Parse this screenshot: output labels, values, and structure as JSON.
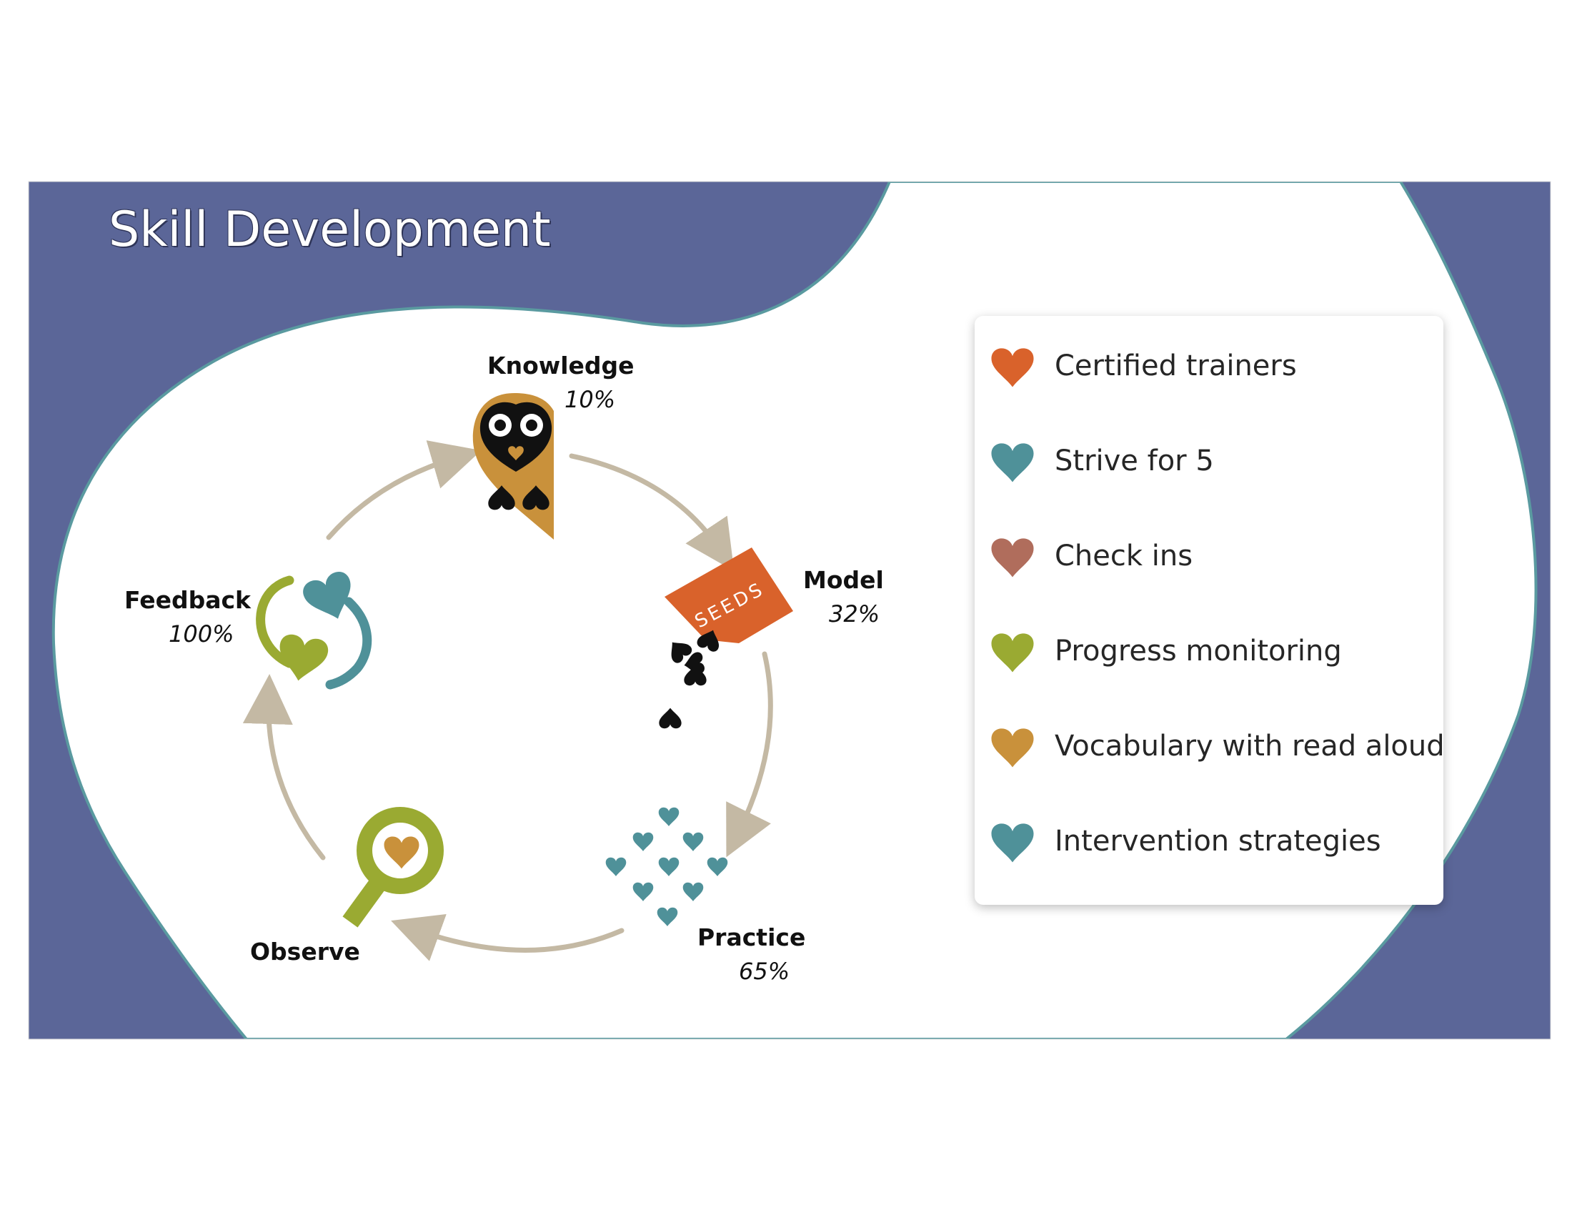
{
  "title": "Skill Development",
  "stages": [
    {
      "label": "Knowledge",
      "percent": "10%"
    },
    {
      "label": "Model",
      "percent": "32%"
    },
    {
      "label": "Practice",
      "percent": "65%"
    },
    {
      "label": "Observe",
      "percent": ""
    },
    {
      "label": "Feedback",
      "percent": "100%"
    }
  ],
  "seed_packet_text": "SEEDS",
  "legend": [
    {
      "label": "Certified trainers",
      "color": "#d9622b"
    },
    {
      "label": "Strive for 5",
      "color": "#4f9199"
    },
    {
      "label": "Check ins",
      "color": "#b06d5c"
    },
    {
      "label": "Progress monitoring",
      "color": "#9aaa32"
    },
    {
      "label": "Vocabulary with read aloud",
      "color": "#c9913b"
    },
    {
      "label": "Intervention strategies",
      "color": "#4f9199"
    }
  ],
  "colors": {
    "background_band": "#5b6698",
    "teal": "#4f9199",
    "orange": "#d9622b",
    "gold": "#c9913b",
    "green": "#9aaa32",
    "arrow": "#c4b9a4"
  }
}
